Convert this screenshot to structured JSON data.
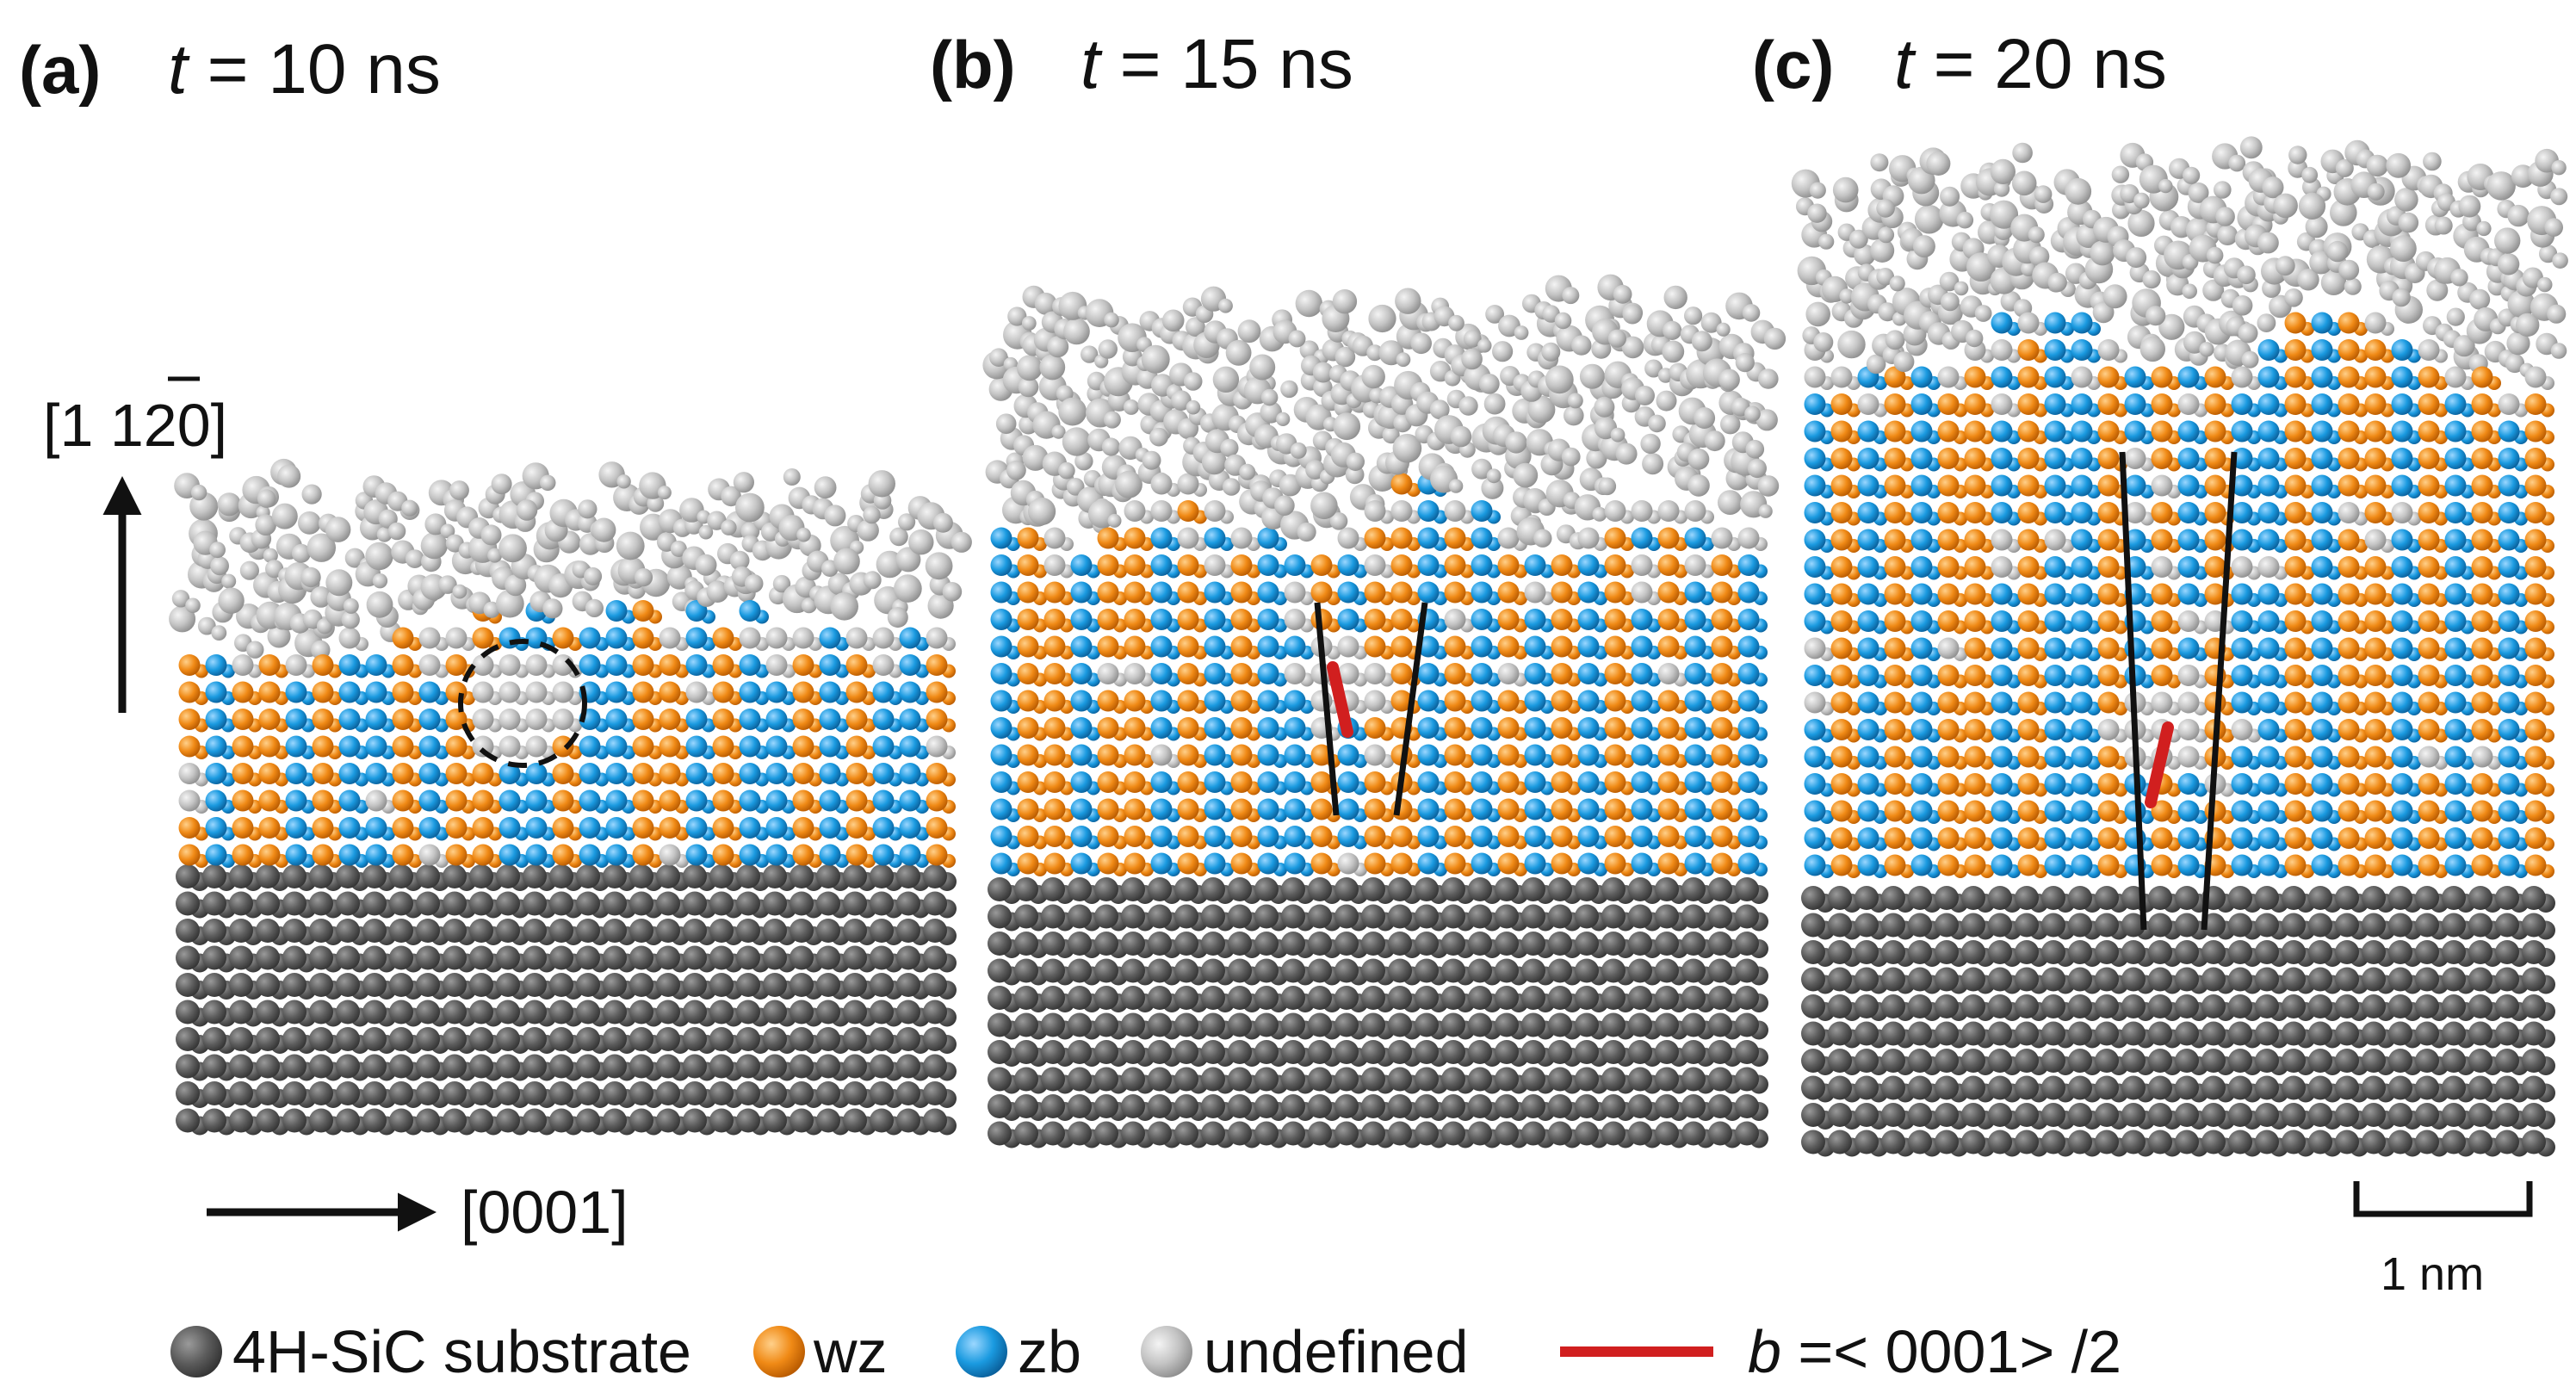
{
  "panels": [
    {
      "letter": "(a)",
      "t_var": "t",
      "t_rest": " = 10 ns"
    },
    {
      "letter": "(b)",
      "t_var": "t",
      "t_rest": " = 15 ns"
    },
    {
      "letter": "(c)",
      "t_var": "t",
      "t_rest": " = 20 ns"
    }
  ],
  "axes": {
    "vertical_label": {
      "open": "[1 1",
      "bar_digit": "2",
      "close": "0]"
    },
    "horizontal_label": "[0001]"
  },
  "scale_bar": {
    "label": "1 nm"
  },
  "legend": {
    "substrate": "4H-SiC substrate",
    "wz": "wz",
    "zb": "zb",
    "undefined": "undefined",
    "dislocation": {
      "var": "b",
      "eq": " =",
      "lt": "<",
      "value": " 0001",
      "gt": ">",
      "suffix": " /2"
    }
  },
  "colors": {
    "substrate": "#5c5c5c",
    "wz": "#f08a16",
    "zb": "#1a9ae0",
    "undefined": "#c4c4c4",
    "dislocation": "#d11f1f",
    "line": "#111111"
  }
}
